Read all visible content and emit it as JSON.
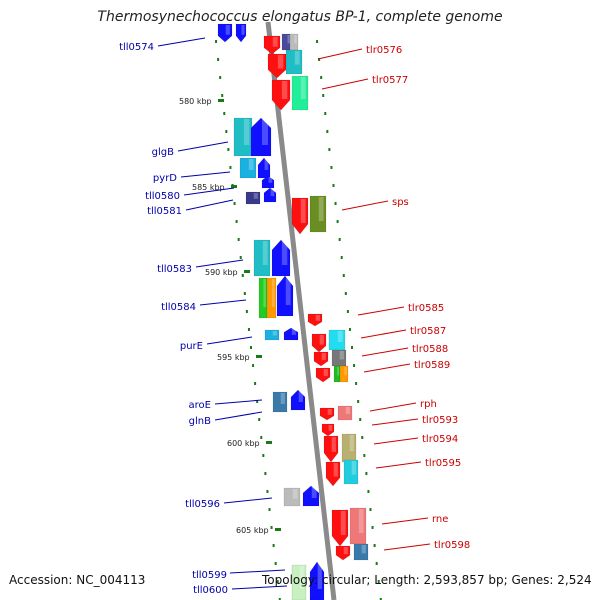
{
  "title": "Thermosynechococcus elongatus BP-1, complete genome",
  "accession": "Accession: NC_004113",
  "summary": "Topology: circular; Length: 2,593,857 bp; Genes: 2,524",
  "colors": {
    "left_label": "#0000aa",
    "right_label": "#cc0000",
    "ruler": "#1a7a1a",
    "backbone": "#8a8a8a",
    "strand_minus": "#0000ff",
    "strand_plus": "#ff0000"
  },
  "scale_labels": [
    {
      "text": "580 kbp",
      "kbp": 580
    },
    {
      "text": "585 kbp",
      "kbp": 585
    },
    {
      "text": "590 kbp",
      "kbp": 590
    },
    {
      "text": "595 kbp",
      "kbp": 595
    },
    {
      "text": "600 kbp",
      "kbp": 600
    },
    {
      "text": "605 kbp",
      "kbp": 605
    }
  ],
  "left_labels": [
    {
      "name": "tll0574"
    },
    {
      "name": "glgB"
    },
    {
      "name": "pyrD"
    },
    {
      "name": "tll0580"
    },
    {
      "name": "tll0581"
    },
    {
      "name": "tll0583"
    },
    {
      "name": "tll0584"
    },
    {
      "name": "purE"
    },
    {
      "name": "aroE"
    },
    {
      "name": "glnB"
    },
    {
      "name": "tll0596"
    },
    {
      "name": "tll0599"
    },
    {
      "name": "tll0600"
    }
  ],
  "right_labels": [
    {
      "name": "tlr0576"
    },
    {
      "name": "tlr0577"
    },
    {
      "name": "sps"
    },
    {
      "name": "tlr0585"
    },
    {
      "name": "tlr0587"
    },
    {
      "name": "tlr0588"
    },
    {
      "name": "tlr0589"
    },
    {
      "name": "rph"
    },
    {
      "name": "tlr0593"
    },
    {
      "name": "tlr0594"
    },
    {
      "name": "tlr0595"
    },
    {
      "name": "rne"
    },
    {
      "name": "tlr0598"
    }
  ]
}
